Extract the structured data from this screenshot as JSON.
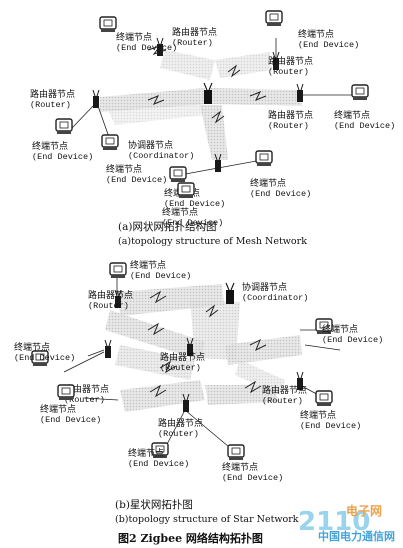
{
  "diagram_a": {
    "caption_cn": "(a)网状网拓扑结构图",
    "caption_en": "(a)topology structure of Mesh Network",
    "nodes": [
      {
        "id": "a_ed1",
        "kind": "end",
        "cn": "终端节点",
        "en": "(End Device)"
      },
      {
        "id": "a_ed2",
        "kind": "end",
        "cn": "终端节点",
        "en": "(End Device)"
      },
      {
        "id": "a_r1",
        "kind": "router",
        "cn": "路由器节点",
        "en": "(Router)"
      },
      {
        "id": "a_r2",
        "kind": "router",
        "cn": "路由器节点",
        "en": "(Router)"
      },
      {
        "id": "a_r3",
        "kind": "router",
        "cn": "路由器节点",
        "en": "(Router)"
      },
      {
        "id": "a_ed3",
        "kind": "end",
        "cn": "终端节点",
        "en": "(End Device)"
      },
      {
        "id": "a_ed4",
        "kind": "end",
        "cn": "终端节点",
        "en": "(End Device)"
      },
      {
        "id": "a_c",
        "kind": "coord",
        "cn": "协调器节点",
        "en": "(Coordinator)"
      },
      {
        "id": "a_r4",
        "kind": "router",
        "cn": "路由器节点",
        "en": "(Router)"
      },
      {
        "id": "a_ed5",
        "kind": "end",
        "cn": "终端节点",
        "en": "(End Device)"
      },
      {
        "id": "a_ed6",
        "kind": "end",
        "cn": "终端节点",
        "en": "(End Device)"
      },
      {
        "id": "a_ed7",
        "kind": "end",
        "cn": "终端节点",
        "en": "(End Device)"
      },
      {
        "id": "a_ed8",
        "kind": "end",
        "cn": "终端节点",
        "en": "(End Device)"
      }
    ]
  },
  "diagram_b": {
    "caption_cn": "(b)星状网拓扑图",
    "caption_en": "(b)topology structure of Star Network",
    "nodes": [
      {
        "id": "b_ed1",
        "kind": "end",
        "cn": "终端节点",
        "en": "(End Device)"
      },
      {
        "id": "b_r1",
        "kind": "router",
        "cn": "路由器节点",
        "en": "(Router)"
      },
      {
        "id": "b_c",
        "kind": "coord",
        "cn": "协调器节点",
        "en": "(Coordinator)"
      },
      {
        "id": "b_ed2",
        "kind": "end",
        "cn": "终端节点",
        "en": "(End Device)"
      },
      {
        "id": "b_ed3",
        "kind": "end",
        "cn": "终端节点",
        "en": "(End Device)"
      },
      {
        "id": "b_r2",
        "kind": "router",
        "cn": "路由器节点",
        "en": "(Router)"
      },
      {
        "id": "b_r3",
        "kind": "router",
        "cn": "路由器节点",
        "en": "(Router)"
      },
      {
        "id": "b_r4",
        "kind": "router",
        "cn": "路由器节点",
        "en": "(Router)"
      },
      {
        "id": "b_ed4",
        "kind": "end",
        "cn": "终端节点",
        "en": "(End Device)"
      },
      {
        "id": "b_ed5",
        "kind": "end",
        "cn": "终端节点",
        "en": "(End Device)"
      },
      {
        "id": "b_r5",
        "kind": "router",
        "cn": "路由器节点",
        "en": "(Router)"
      },
      {
        "id": "b_ed6",
        "kind": "end",
        "cn": "终端节点",
        "en": "(End Device)"
      },
      {
        "id": "b_ed7",
        "kind": "end",
        "cn": "终端节点",
        "en": "(End Device)"
      }
    ]
  },
  "figure": {
    "caption": "图2  Zigbee 网络结构拓扑图"
  },
  "watermark": {
    "number": "2110",
    "brand_line1": "电子网",
    "brand_line2": "中国电力通信网",
    "colors": {
      "number": "#8fd0ea",
      "line1": "#e89a3a",
      "line2": "#2f9ad6"
    }
  }
}
